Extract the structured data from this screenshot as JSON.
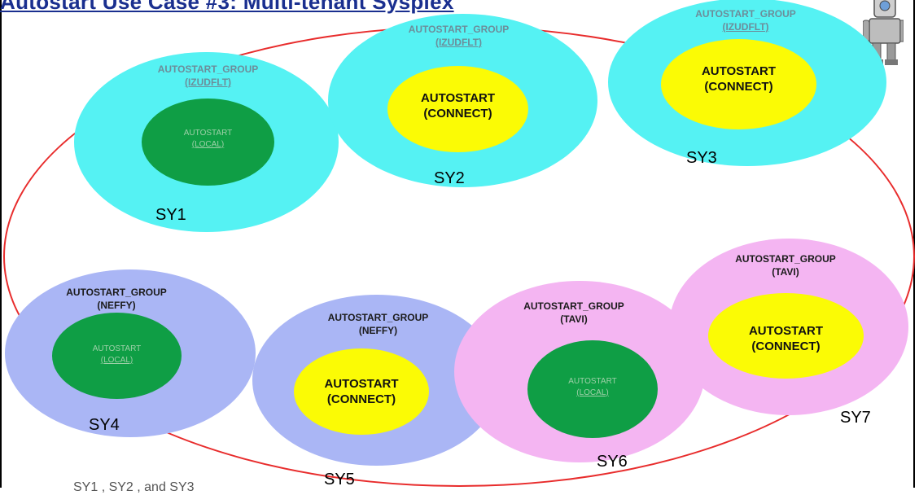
{
  "title": "Autostart Use Case #3:  Multi-tenant Sysplex",
  "footer_fragment": "SY1 , SY2 , and SY3",
  "systems": [
    {
      "name": "SY1",
      "group": "AUTOSTART_GROUP",
      "group_sub": "(IZUDFLT)",
      "inner": "AUTOSTART",
      "inner_sub": "(LOCAL)"
    },
    {
      "name": "SY2",
      "group": "AUTOSTART_GROUP",
      "group_sub": "(IZUDFLT)",
      "inner": "AUTOSTART",
      "inner_sub": "(CONNECT)"
    },
    {
      "name": "SY3",
      "group": "AUTOSTART_GROUP",
      "group_sub": "(IZUDFLT)",
      "inner": "AUTOSTART",
      "inner_sub": "(CONNECT)"
    },
    {
      "name": "SY4",
      "group": "AUTOSTART_GROUP",
      "group_sub": "(NEFFY)",
      "inner": "AUTOSTART",
      "inner_sub": "(LOCAL)"
    },
    {
      "name": "SY5",
      "group": "AUTOSTART_GROUP",
      "group_sub": "(NEFFY)",
      "inner": "AUTOSTART",
      "inner_sub": "(CONNECT)"
    },
    {
      "name": "SY6",
      "group": "AUTOSTART_GROUP",
      "group_sub": "(TAVI)",
      "inner": "AUTOSTART",
      "inner_sub": "(LOCAL)"
    },
    {
      "name": "SY7",
      "group": "AUTOSTART_GROUP",
      "group_sub": "(TAVI)",
      "inner": "AUTOSTART",
      "inner_sub": "(CONNECT)"
    }
  ],
  "colors": {
    "title": "#1a2f8f",
    "sysplex_border": "#e82c2c",
    "izudflt_group": "#55f2f3",
    "neffy_group": "#aab6f5",
    "tavi_group": "#f4b5f2",
    "local_autostart": "#0f9e45",
    "connect_autostart": "#fbfb05"
  },
  "icons": {
    "mascot": "robot-icon"
  }
}
